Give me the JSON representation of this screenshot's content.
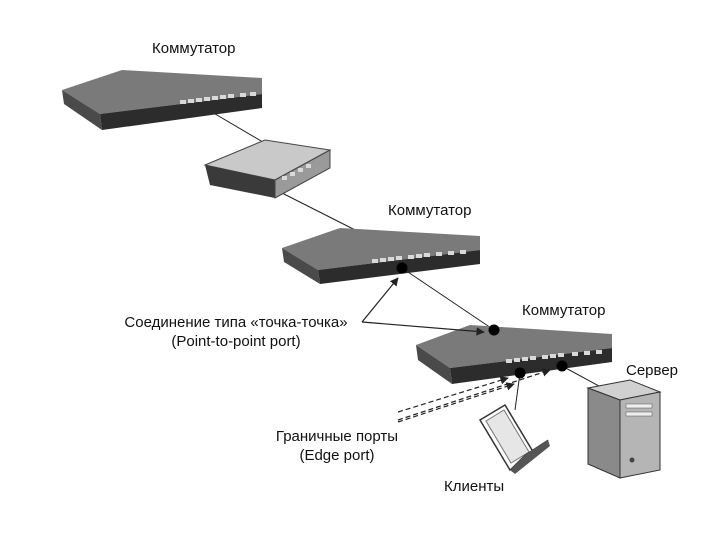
{
  "labels": {
    "switch_top": "Коммутатор",
    "switch_mid": "Коммутатор",
    "switch_bottom": "Коммутатор",
    "server": "Сервер",
    "clients": "Клиенты",
    "p2p_line1": "Соединение типа «точка-точка»",
    "p2p_line2": "(Point-to-point port)",
    "edge_line1": "Граничные порты",
    "edge_line2": "(Edge port)"
  },
  "colors": {
    "device_body": "#4a4a4a",
    "device_top": "#7a7a7a",
    "device_front": "#2c2c2c",
    "port": "#d9d9d9",
    "hub_body": "#c9c9c9",
    "line": "#222222"
  }
}
